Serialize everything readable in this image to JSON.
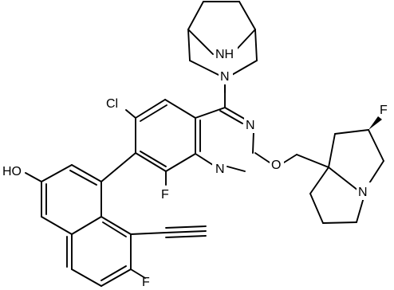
{
  "molecule": {
    "atom_labels": {
      "amine_bridge_nh": "NH",
      "amine_n": "N",
      "quinazoline_n_top": "N",
      "quinazoline_n_bottom": "N",
      "ether_o": "O",
      "pyrrolizine_n": "N",
      "fluoro_pyrrolizine": "F",
      "chloro": "Cl",
      "fluoro_quinazoline": "F",
      "hydroxy": "HO",
      "fluoro_naphthalene": "F"
    }
  }
}
